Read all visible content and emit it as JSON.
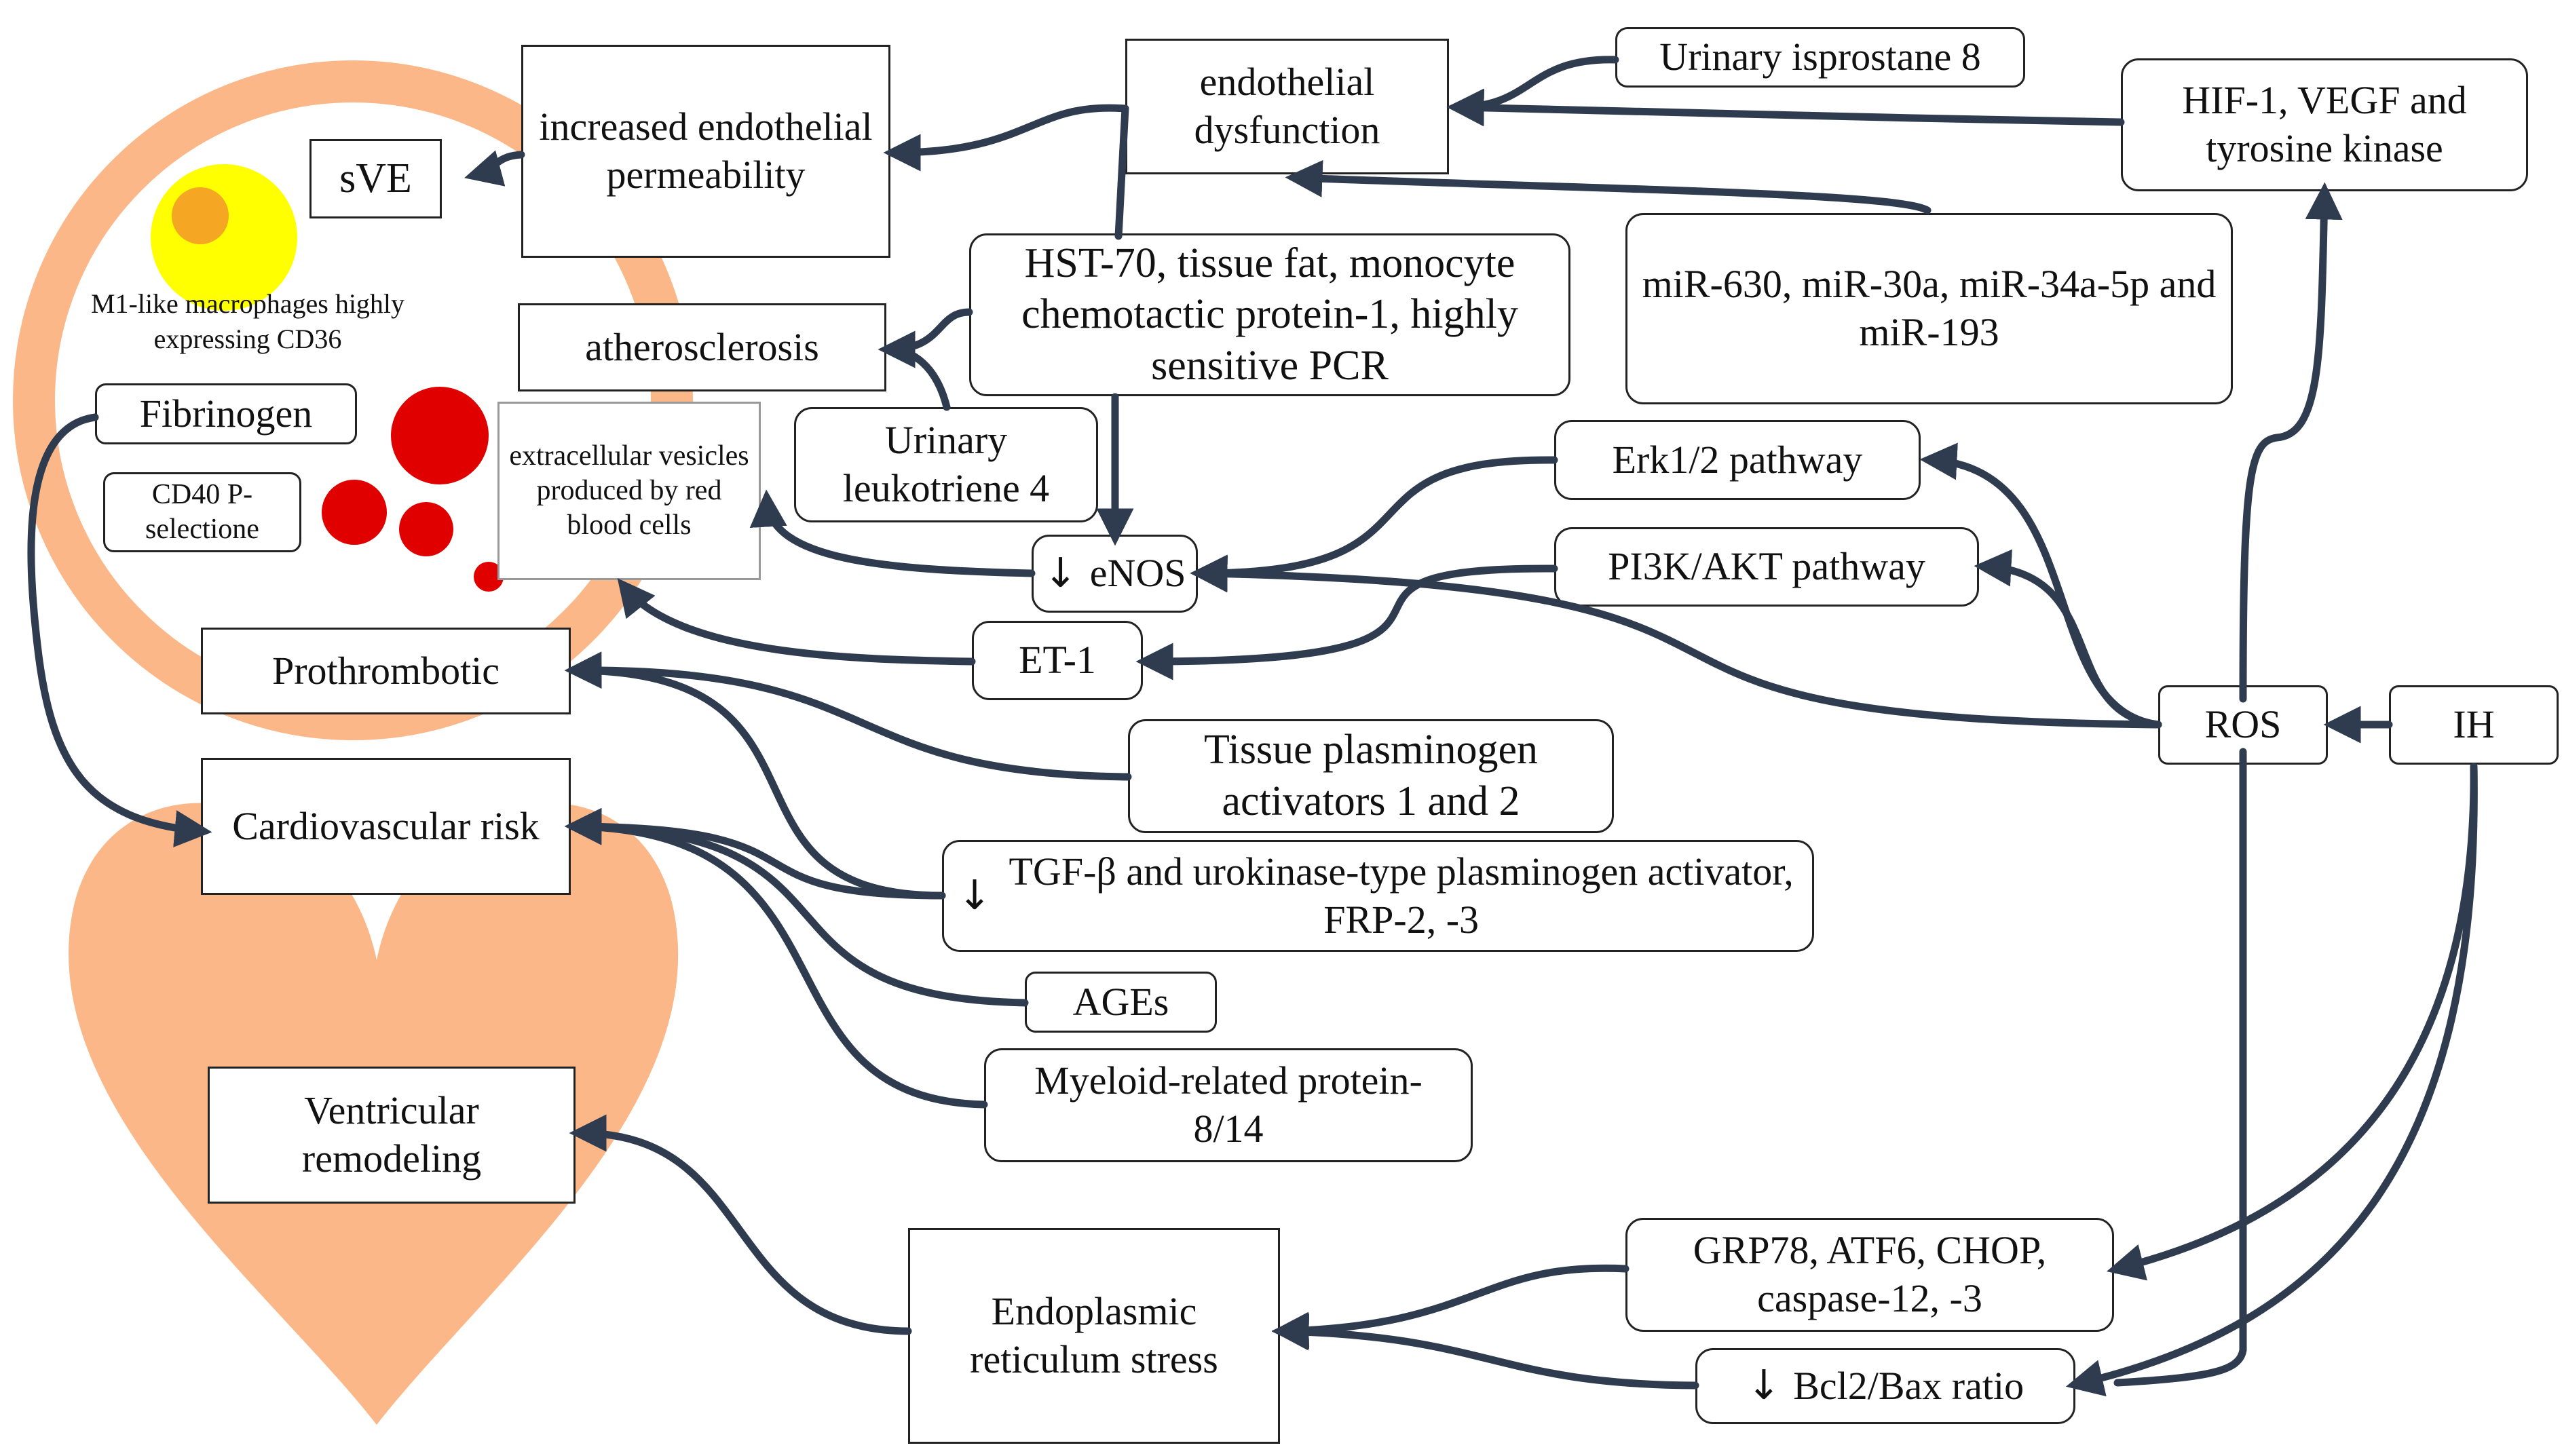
{
  "colors": {
    "arrow": "#2f3c4f",
    "peach": "#fbb787",
    "yellow": "#ffff00",
    "orange_dot": "#f5a623",
    "red": "#e00000",
    "box_border": "#222222"
  },
  "icons": {
    "down_arrow": "↓"
  },
  "nodes": {
    "sve": "sVE",
    "increased_permeability": "increased endothelial permeability",
    "endothelial_dysfunction": "endothelial dysfunction",
    "urinary_isoprostane": "Urinary  isprostane  8",
    "hif1": "HIF-1, VEGF and tyrosine kinase",
    "macrophages": "M1-like  macrophages highly  expressing  CD36",
    "atherosclerosis": "atherosclerosis",
    "hst70": "HST-70, tissue fat, monocyte chemotactic  protein-1, highly sensitive PCR",
    "mirna": "miR-630, miR-30a, miR-34a-5p and miR-193",
    "fibrinogen": "Fibrinogen",
    "cd40": "CD40 P-selectione",
    "extracellular_vesicles": "extracellular vesicles produced by red blood cells",
    "urinary_leukotriene": "Urinary leukotriene 4",
    "erk": "Erk1/2 pathway",
    "pi3k": "PI3K/AKT  pathway",
    "enos": "eNOS",
    "et1": "ET-1",
    "prothrombotic": "Prothrombotic",
    "ros": "ROS",
    "ih": "IH",
    "tissue_plasminogen": "Tissue plasminogen activators 1 and 2",
    "cardiovascular_risk": "Cardiovascular risk",
    "tgf": "TGF-β and urokinase-type  plasminogen activator, FRP-2, -3",
    "ages": "AGEs",
    "myeloid": "Myeloid-related  protein-8/14",
    "ventricular": "Ventricular remodeling",
    "er_stress": "Endoplasmic reticulum stress",
    "grp78": "GRP78, ATF6, CHOP, caspase-12, -3",
    "bcl2": "Bcl2/Bax ratio"
  }
}
